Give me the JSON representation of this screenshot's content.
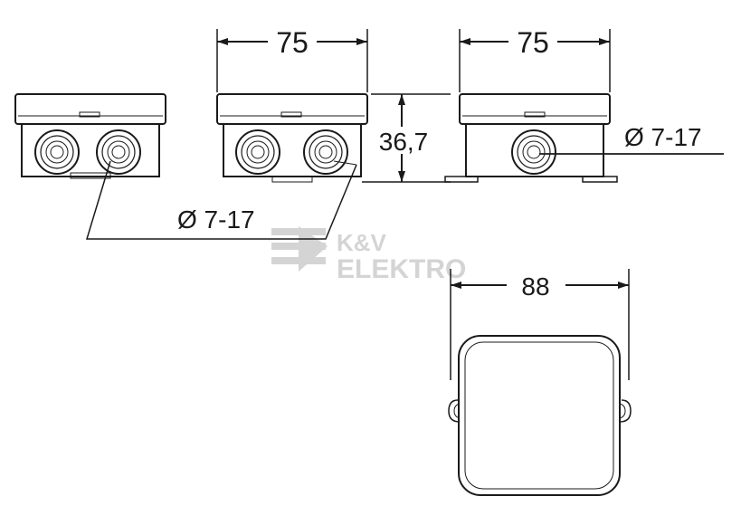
{
  "dimensions": {
    "width_left": "75",
    "width_right": "75",
    "height": "36,7",
    "footprint": "88",
    "gland_range_front": "Ø 7-17",
    "gland_range_side": "Ø 7-17"
  },
  "watermark": {
    "line1": "K&V",
    "line2": "ELEKTRO"
  },
  "colors": {
    "stroke": "#1a1a1a",
    "watermark": "#d4d4d4"
  }
}
